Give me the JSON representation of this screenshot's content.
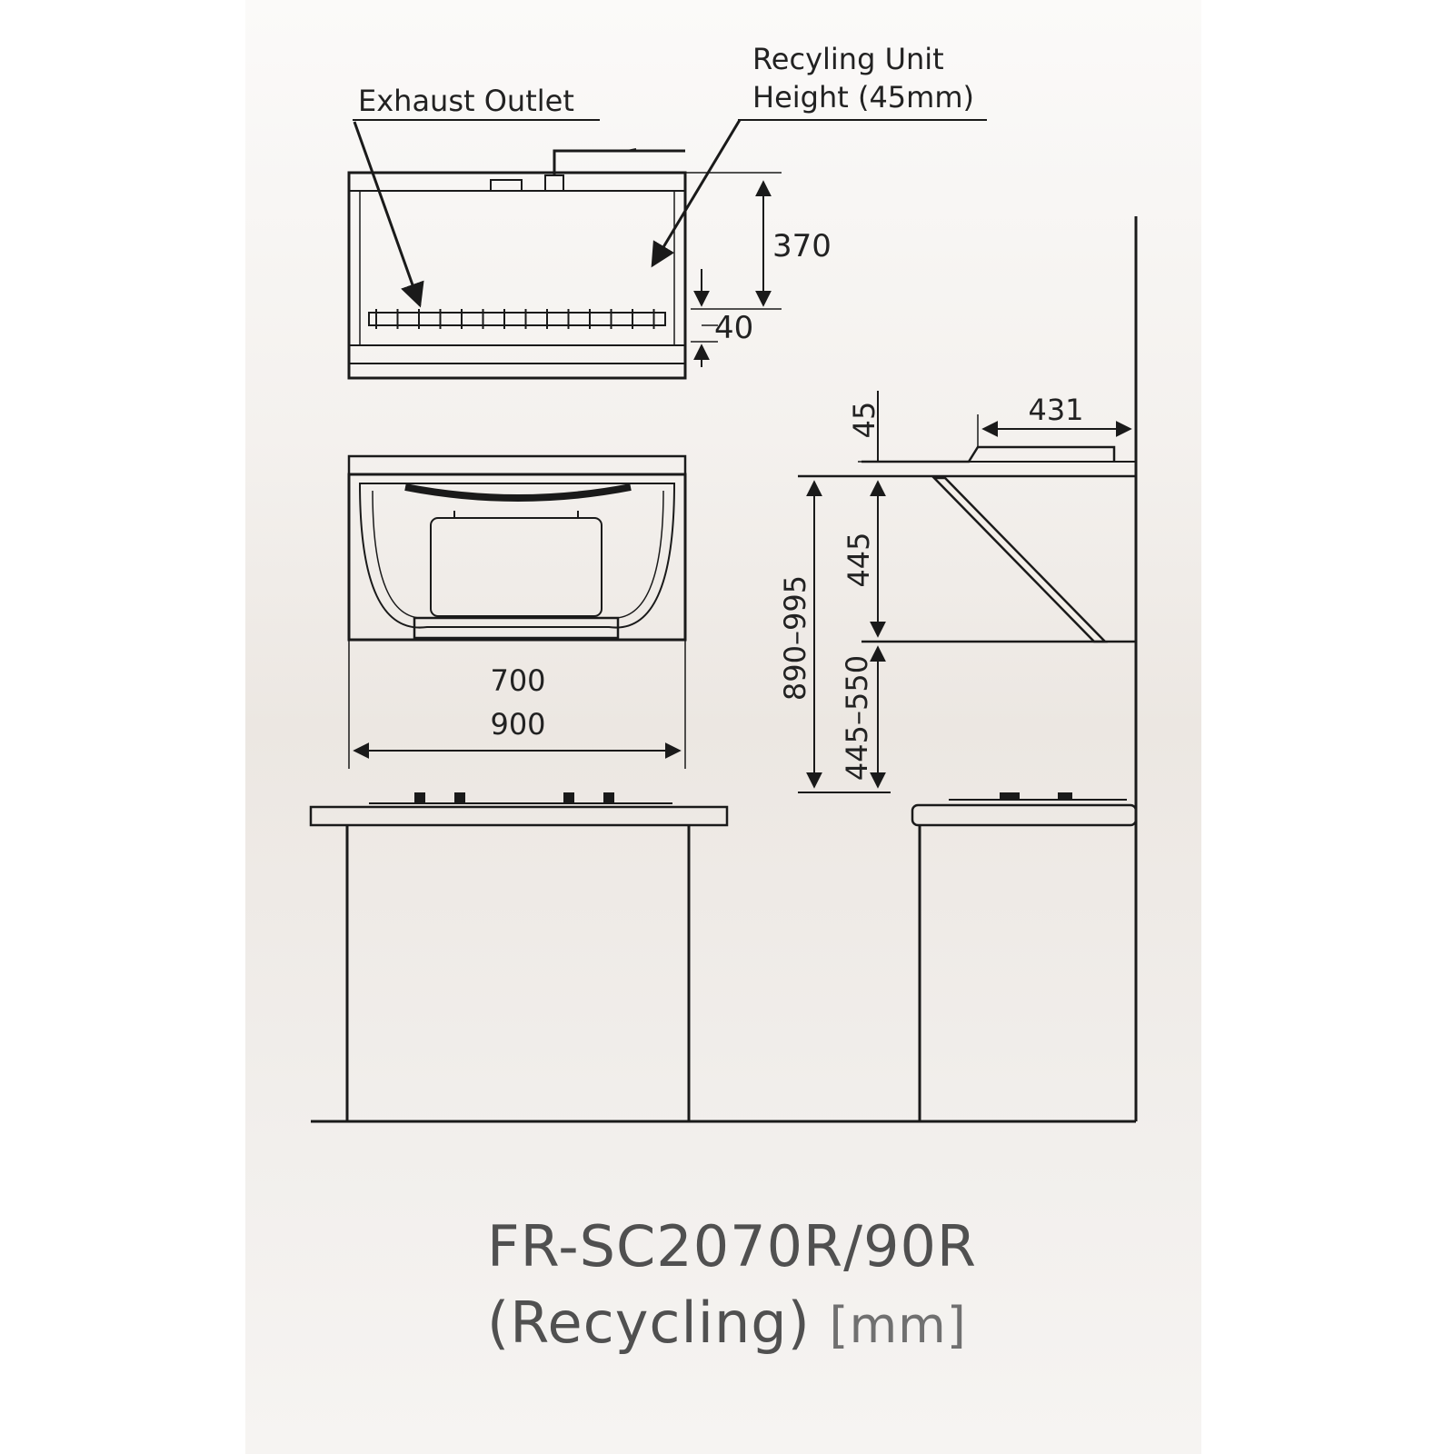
{
  "labels": {
    "exhaust_outlet": "Exhaust Outlet",
    "recycling_unit_line1": "Recyling Unit",
    "recycling_unit_line2": "Height (45mm)"
  },
  "dimensions": {
    "height_370": "370",
    "height_40": "40",
    "width_700": "700",
    "width_900": "900",
    "top_45": "45",
    "depth_431": "431",
    "hood_445": "445",
    "total_890_995": "890–995",
    "gap_445_550": "445–550"
  },
  "title": {
    "model": "FR-SC2070R/90R",
    "type": "(Recycling)",
    "unit": "[mm]"
  },
  "colors": {
    "line": "#1a1a1a",
    "title_text": "#505050",
    "background": "#f2efec"
  }
}
